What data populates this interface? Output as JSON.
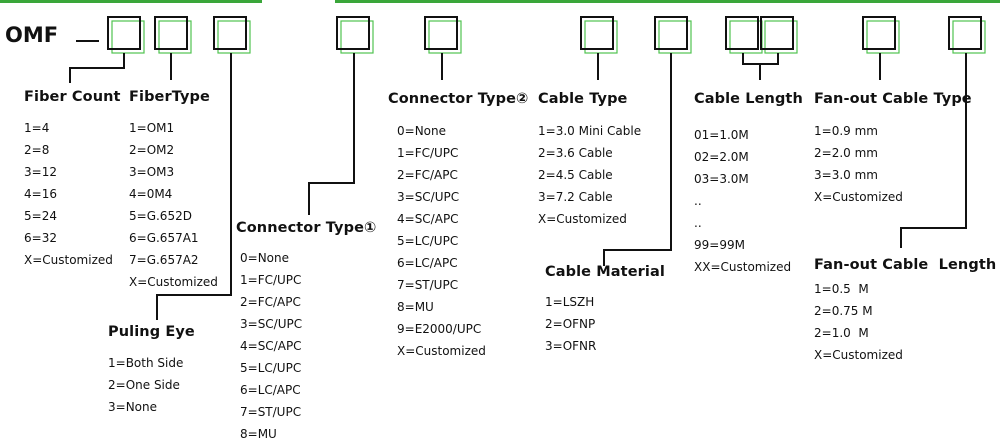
{
  "model_prefix": "OMF",
  "colors": {
    "box_outline": "#111111",
    "box_shadow": "#4fc34f",
    "top_rule": "#3aa63a"
  },
  "fields": {
    "fiber_count": {
      "title": "Fiber Count",
      "options": [
        "1=4",
        "2=8",
        "3=12",
        "4=16",
        "5=24",
        "6=32",
        "X=Customized"
      ]
    },
    "fiber_type": {
      "title": "FiberType",
      "options": [
        "1=OM1",
        "2=OM2",
        "3=OM3",
        "4=0M4",
        "5=G.652D",
        "6=G.657A1",
        "7=G.657A2",
        "X=Customized"
      ]
    },
    "pulling_eye": {
      "title": "Puling Eye",
      "options": [
        "1=Both Side",
        "2=One Side",
        "3=None"
      ]
    },
    "connector_type_1": {
      "title": "Connector Type①",
      "options": [
        "0=None",
        "1=FC/UPC",
        "2=FC/APC",
        "3=SC/UPC",
        "4=SC/APC",
        "5=LC/UPC",
        "6=LC/APC",
        "7=ST/UPC",
        "8=MU"
      ]
    },
    "connector_type_2": {
      "title": "Connector Type②",
      "options": [
        "0=None",
        "1=FC/UPC",
        "2=FC/APC",
        "3=SC/UPC",
        "4=SC/APC",
        "5=LC/UPC",
        "6=LC/APC",
        "7=ST/UPC",
        "8=MU",
        "9=E2000/UPC",
        "X=Customized"
      ]
    },
    "cable_type": {
      "title": "Cable Type",
      "options": [
        "1=3.0 Mini Cable",
        "2=3.6 Cable",
        "2=4.5 Cable",
        "3=7.2 Cable",
        "X=Customized"
      ]
    },
    "cable_material": {
      "title": "Cable Material",
      "options": [
        "1=LSZH",
        "2=OFNP",
        "3=OFNR"
      ]
    },
    "cable_length": {
      "title": "Cable Length",
      "options": [
        "01=1.0M",
        "02=2.0M",
        "03=3.0M",
        "..",
        "..",
        "99=99M",
        "XX=Customized"
      ]
    },
    "fanout_cable_type": {
      "title": "Fan-out Cable Type",
      "options": [
        "1=0.9 mm",
        "2=2.0 mm",
        "3=3.0 mm",
        "X=Customized"
      ]
    },
    "fanout_cable_length": {
      "title": "Fan-out Cable  Length",
      "options": [
        "1=0.5  M",
        "2=0.75 M",
        "2=1.0  M",
        "X=Customized"
      ]
    }
  }
}
